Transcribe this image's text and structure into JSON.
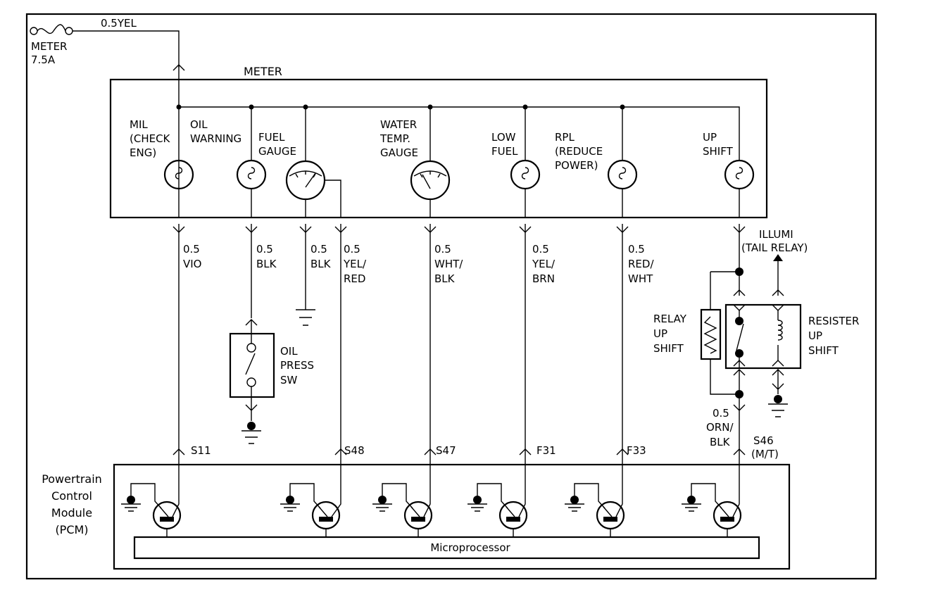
{
  "fuse": {
    "wire": "0.5YEL",
    "name": "METER",
    "rating": "7.5A"
  },
  "meter": {
    "title": "METER",
    "indicators": {
      "mil": [
        "MIL",
        "(CHECK",
        "ENG)"
      ],
      "oil": [
        "OIL",
        "WARNING"
      ],
      "fuel": [
        "FUEL",
        "GAUGE"
      ],
      "water": [
        "WATER",
        "TEMP.",
        "GAUGE"
      ],
      "low_fuel": [
        "LOW",
        "FUEL"
      ],
      "rpl": [
        "RPL",
        "(REDUCE",
        "POWER)"
      ],
      "up_shift": [
        "UP",
        "SHIFT"
      ]
    }
  },
  "wires": {
    "vio": [
      "0.5",
      "VIO"
    ],
    "blk1": [
      "0.5",
      "BLK"
    ],
    "blk2": [
      "0.5",
      "BLK"
    ],
    "yel_red": [
      "0.5",
      "YEL/",
      "RED"
    ],
    "wht_blk": [
      "0.5",
      "WHT/",
      "BLK"
    ],
    "yel_brn": [
      "0.5",
      "YEL/",
      "BRN"
    ],
    "red_wht": [
      "0.5",
      "RED/",
      "WHT"
    ],
    "orn_blk": [
      "0.5",
      "ORN/",
      "BLK"
    ]
  },
  "oil_switch": [
    "OIL",
    "PRESS",
    "SW"
  ],
  "illumi": [
    "ILLUMI",
    "(TAIL RELAY)"
  ],
  "relay": {
    "left": [
      "RELAY",
      "UP",
      "SHIFT"
    ],
    "right": [
      "RESISTER",
      "UP",
      "SHIFT"
    ]
  },
  "pins": {
    "s11": "S11",
    "s48": "S48",
    "s47": "S47",
    "f31": "F31",
    "f33": "F33",
    "s46": [
      "S46",
      "(M/T)"
    ]
  },
  "pcm": {
    "label": [
      "Powertrain",
      "Control",
      "Module",
      "(PCM)"
    ],
    "microprocessor": "Microprocessor"
  }
}
